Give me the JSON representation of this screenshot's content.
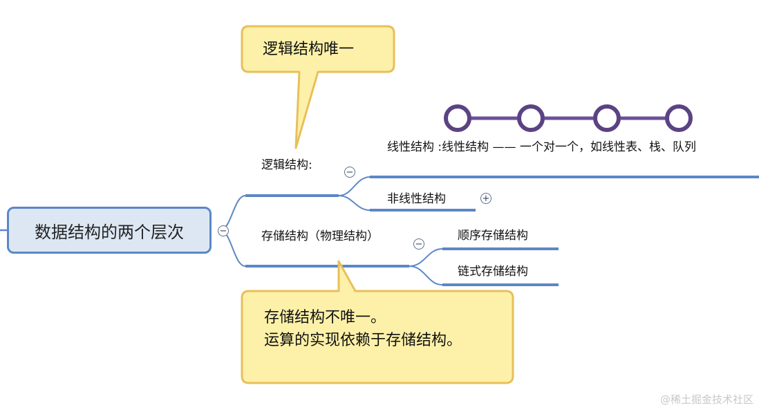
{
  "root": {
    "label": "数据结构的两个层次",
    "toggle": "−"
  },
  "logical": {
    "label": "逻辑结构:",
    "toggle": "−",
    "children": {
      "linear": "线性结构 :线性结构 —— 一个对一个，如线性表、栈、队列",
      "nonlinear": "非线性结构",
      "nonlinear_toggle": "+"
    }
  },
  "storage": {
    "label": "存储结构（物理结构）",
    "toggle": "−",
    "children": {
      "sequential": "顺序存储结构",
      "linked": "链式存储结构"
    }
  },
  "callouts": {
    "top": "逻辑结构唯一",
    "bottom_line1": "存储结构不唯一。",
    "bottom_line2": "运算的实现依赖于存储结构。"
  },
  "watermark": "@稀土掘金技术社区",
  "colors": {
    "branch": "#5b87c6",
    "root_fill": "#dde7f3",
    "callout_fill": "#fdf1a9",
    "callout_border": "#e8bf5a",
    "chain_node": "#5b4383",
    "chain_link": "#6d4f9a"
  }
}
